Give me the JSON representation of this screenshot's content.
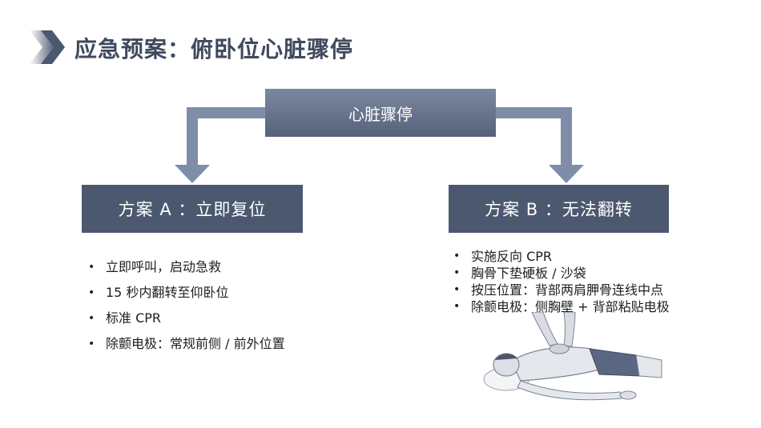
{
  "header": {
    "title": "应急预案：俯卧位心脏骤停",
    "accent_color": "#4b586f",
    "icon": "double-chevron-right-icon"
  },
  "flowchart": {
    "root": {
      "label": "心脏骤停"
    },
    "plan_a": {
      "label": "方案 A ：立即复位",
      "items": [
        "立即呼叫，启动急救",
        "15 秒内翻转至仰卧位",
        "标准 CPR",
        "除颤电极：常规前侧 / 前外位置"
      ]
    },
    "plan_b": {
      "label": "方案 B ：无法翻转",
      "items": [
        "实施反向 CPR",
        "胸骨下垫硬板 / 沙袋",
        "按压位置：背部两肩胛骨连线中点",
        "除颤电极：侧胸壁 + 背部粘贴电极"
      ],
      "illustration": "prone-cpr-illustration"
    }
  }
}
